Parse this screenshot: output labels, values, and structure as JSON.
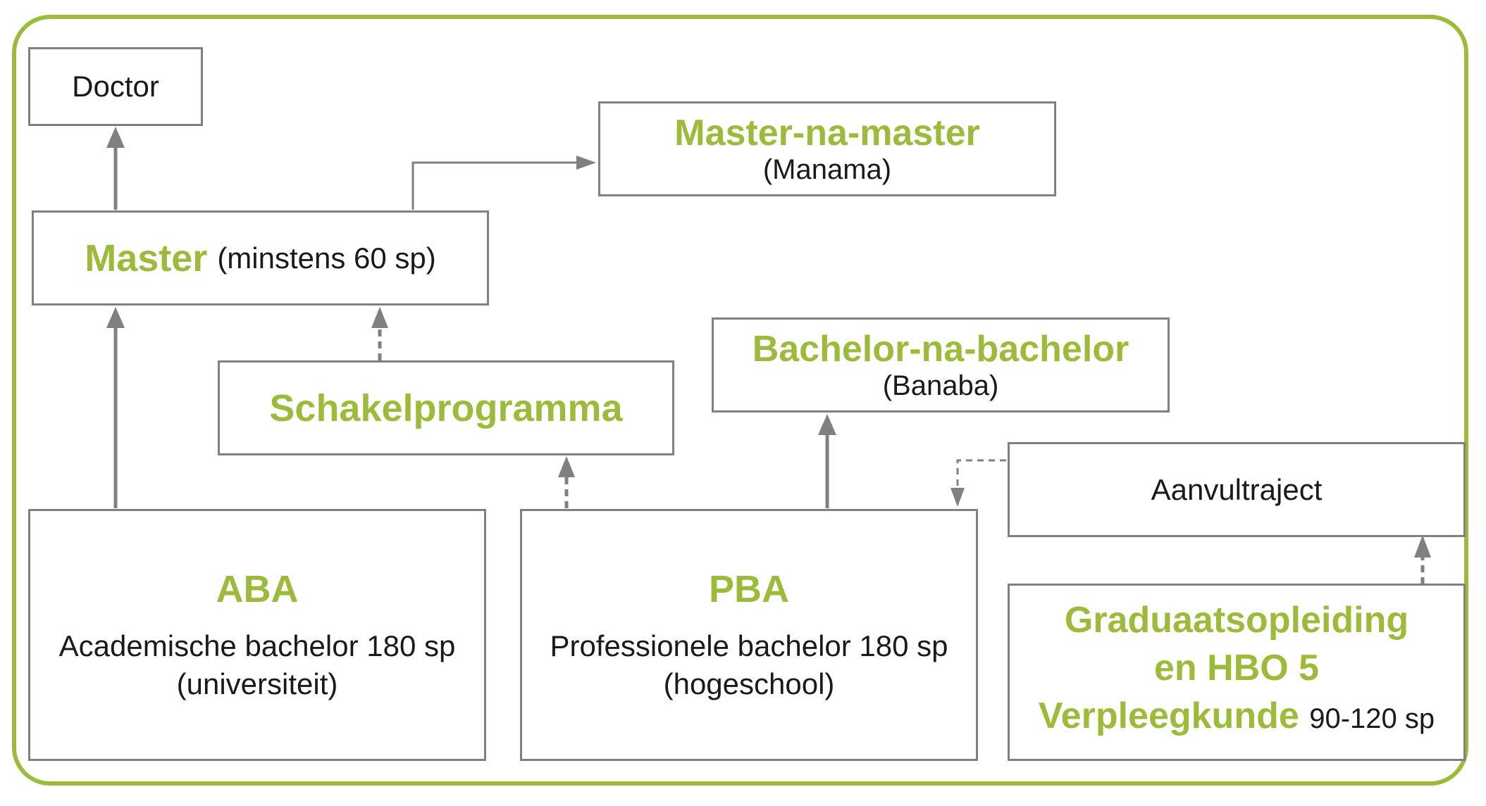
{
  "colors": {
    "accent": "#9dbb3a",
    "border": "#808080",
    "text": "#1a1a1a"
  },
  "boxes": {
    "doctor": {
      "label": "Doctor"
    },
    "manama": {
      "title": "Master-na-master",
      "subtitle": "(Manama)"
    },
    "master": {
      "title": "Master",
      "subtitle": "(minstens 60 sp)"
    },
    "schakel": {
      "title": "Schakelprogramma"
    },
    "banaba": {
      "title": "Bachelor-na-bachelor",
      "subtitle": "(Banaba)"
    },
    "aanvul": {
      "label": "Aanvultraject"
    },
    "aba": {
      "title": "ABA",
      "line1": "Academische bachelor 180 sp",
      "line2": "(universiteit)"
    },
    "pba": {
      "title": "PBA",
      "line1": "Professionele bachelor 180 sp",
      "line2": "(hogeschool)"
    },
    "hbo": {
      "line1": "Graduaatsopleiding",
      "line2": "en HBO 5",
      "line3": "Verpleegkunde",
      "credits": "90-120 sp"
    }
  }
}
